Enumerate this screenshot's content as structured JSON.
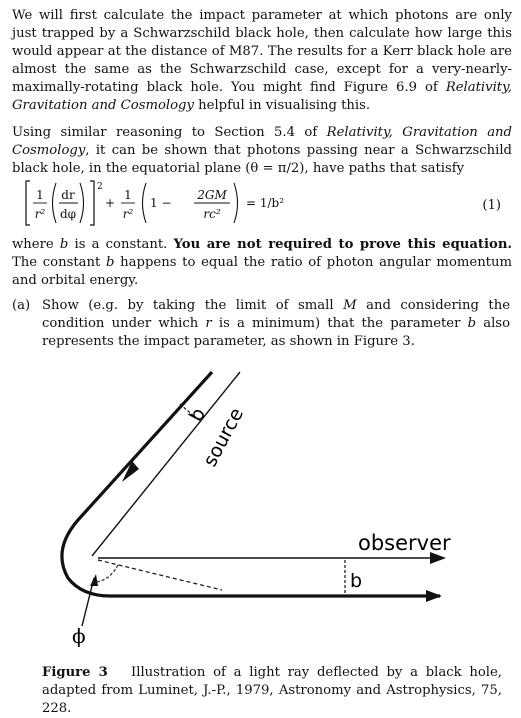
{
  "para1": {
    "t1": "We will first calculate the impact parameter at which photons are only just trapped by a Schwarzschild black hole, then calculate how large this would appear at the distance of M87. The results for a Kerr black hole are almost the same as the Schwarzschild case, except for a very-nearly-maximally-rotating black hole. You might find Figure 6.9 of",
    "book": "Relativity, Gravitation and Cosmology",
    "t2": " helpful in visualising this."
  },
  "para2": {
    "t1": "Using similar reasoning to Section 5.4 of ",
    "book": "Relativity, Gravitation and Cosmology",
    "t2": ", it can be shown that photons passing near a Schwarzschild black hole, in the equatorial plane (θ = π/2), have paths that satisfy"
  },
  "equation": {
    "one": "1",
    "r2": "r²",
    "dr": "dr",
    "dphi": "dφ",
    "sq": "2",
    "plus": "+",
    "one_b": "1",
    "r2_b": "r²",
    "one_c": "1 −",
    "gm": "2GM",
    "rc2": "rc²",
    "rhs": "= 1/b²",
    "number": "(1)"
  },
  "para3": {
    "t1": "where ",
    "b": "b",
    "t2": " is a constant. ",
    "bold": "You are not required to prove this equation.",
    "t3": " The constant ",
    "b2": "b",
    "t4": " happens to equal the ratio of photon angular momentum and orbital energy."
  },
  "part_a": {
    "label": "(a)",
    "t1": "Show (e.g. by taking the limit of small ",
    "M": "M",
    "t2": " and considering the condition under which ",
    "r": "r",
    "t3": " is a minimum) that the parameter ",
    "b": "b",
    "t4": " also represents the impact parameter, as shown in Figure 3."
  },
  "figure": {
    "label_b_source": "b",
    "label_source": "source",
    "label_observer": "observer",
    "label_b_observer": "b",
    "label_phi": "ϕ"
  },
  "caption": {
    "label": "Figure 3",
    "text": "Illustration of a light ray deflected by a black hole, adapted from Luminet, J.-P., 1979, Astronomy and Astrophysics, 75, 228."
  }
}
